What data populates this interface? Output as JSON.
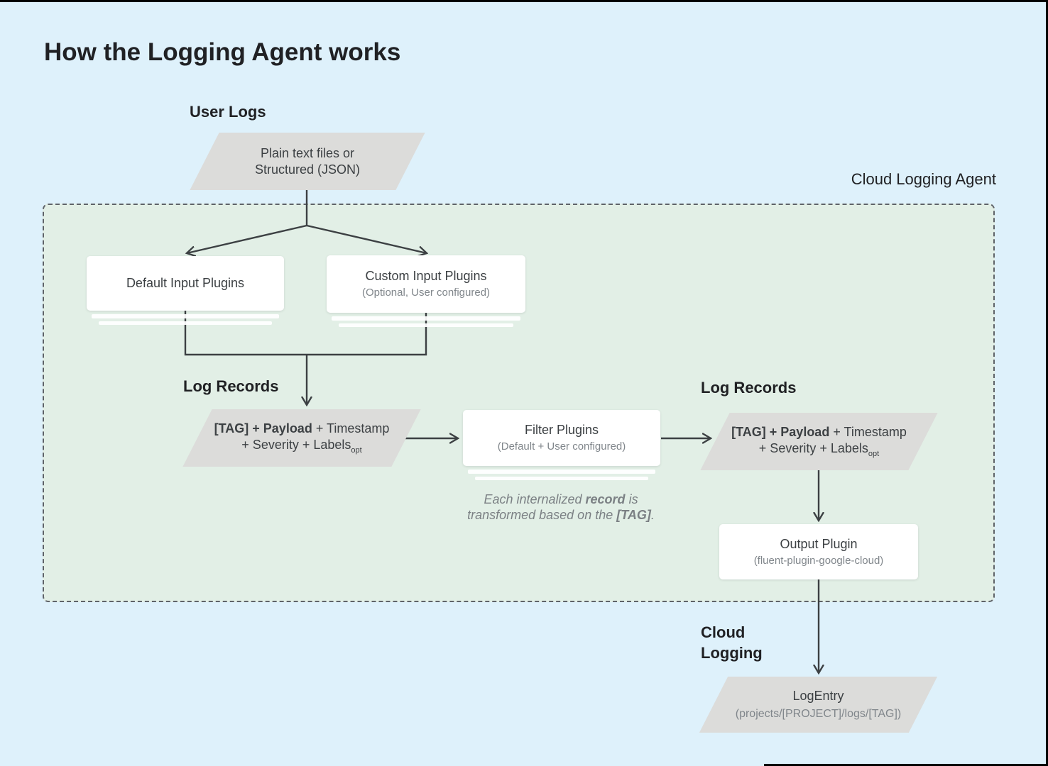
{
  "title": "How the Logging Agent works",
  "labels": {
    "user_logs": "User Logs",
    "cloud_logging_agent": "Cloud Logging Agent",
    "log_records_left": "Log Records",
    "log_records_right": "Log Records",
    "cloud_logging_line1": "Cloud",
    "cloud_logging_line2": "Logging"
  },
  "nodes": {
    "user_logs_input": {
      "line1": "Plain text files or",
      "line2": "Structured (JSON)"
    },
    "default_input_plugins": {
      "title": "Default Input Plugins"
    },
    "custom_input_plugins": {
      "title": "Custom Input Plugins",
      "subtitle": "(Optional, User configured)"
    },
    "log_record_left": {
      "line1_bold": "[TAG] + Payload",
      "line1_rest": " + Timestamp",
      "line2": "+ Severity + Labels",
      "line2_sub": "opt"
    },
    "filter_plugins": {
      "title": "Filter Plugins",
      "subtitle": "(Default + User configured)"
    },
    "log_record_right": {
      "line1_bold": "[TAG] + Payload",
      "line1_rest": " + Timestamp",
      "line2": "+ Severity + Labels",
      "line2_sub": "opt"
    },
    "output_plugin": {
      "title": "Output Plugin",
      "subtitle": "(fluent-plugin-google-cloud)"
    },
    "log_entry": {
      "title": "LogEntry",
      "subtitle": "(projects/[PROJECT]/logs/[TAG])"
    }
  },
  "note": {
    "line1_pre": "Each internalized ",
    "line1_bold": "record",
    "line1_post": " is",
    "line2_pre": "transformed based on the ",
    "line2_bold": "[TAG]",
    "line2_post": "."
  },
  "colors": {
    "background": "#def1fb",
    "agent_panel_fill": "#e2efe6",
    "agent_panel_border": "#5f6368",
    "shape_gray": "#dcdcda",
    "node_white": "#ffffff",
    "text_dark": "#202124",
    "text_node": "#3c4043",
    "text_muted": "#80868b",
    "connector": "#3c4043"
  }
}
